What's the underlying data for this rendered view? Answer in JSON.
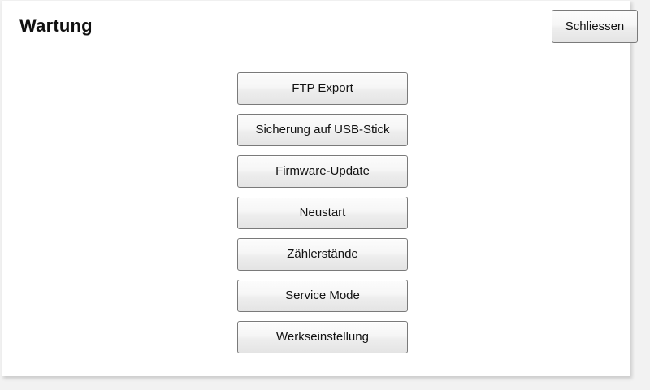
{
  "window": {
    "title": "Wartung",
    "background_color": "#ffffff",
    "canvas_color": "#f2f2f2"
  },
  "header": {
    "title": "Wartung",
    "close_label": "Schliessen"
  },
  "menu": {
    "buttons": [
      {
        "label": "FTP Export",
        "name": "ftp-export-button"
      },
      {
        "label": "Sicherung auf USB-Stick",
        "name": "usb-backup-button"
      },
      {
        "label": "Firmware-Update",
        "name": "firmware-update-button"
      },
      {
        "label": "Neustart",
        "name": "restart-button"
      },
      {
        "label": "Zählerstände",
        "name": "meter-readings-button"
      },
      {
        "label": "Service Mode",
        "name": "service-mode-button"
      },
      {
        "label": "Werkseinstellung",
        "name": "factory-reset-button"
      }
    ]
  },
  "colors": {
    "button_border": "#7a7a7a",
    "button_face_top": "#fcfcfc",
    "button_face_bottom": "#e4e4e4",
    "text": "#121212"
  }
}
